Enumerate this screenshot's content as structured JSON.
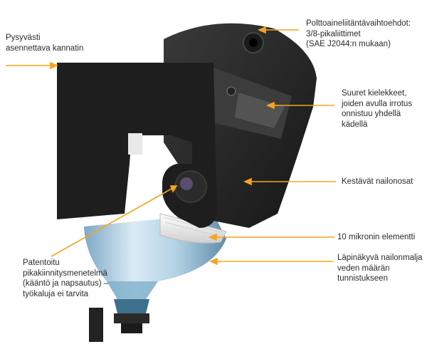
{
  "callouts": [
    {
      "id": "mount",
      "text": "Pysyvästi\nasennettava kannatin"
    },
    {
      "id": "fuel",
      "text": "Polttoaineliitäntävaihtoehdot:\n3/8-pikaliittimet\n(SAE J2044:n mukaan)"
    },
    {
      "id": "tabs",
      "text": "Suuret kielekkeet,\njoiden avulla irrotus\nonnistuu yhdellä\nkädellä"
    },
    {
      "id": "nylon",
      "text": "Kestävät nailonosat"
    },
    {
      "id": "element",
      "text": "10 mikronin elementti"
    },
    {
      "id": "bowl",
      "text": "Läpinäkyvä nailonmalja\nveden määrän\ntunnistukseen"
    },
    {
      "id": "quick",
      "text": "Patentoitu\npikakiinnitysmenetelmä\n(kääntö ja napsautus) –\ntyökaluja ei tarvita"
    }
  ],
  "colors": {
    "leader_line": "#f5a51c",
    "bracket": "#1e1e1e",
    "housing": "#2a2a2a",
    "bowl": "#9cc4dc",
    "element": "#eeeeee"
  }
}
